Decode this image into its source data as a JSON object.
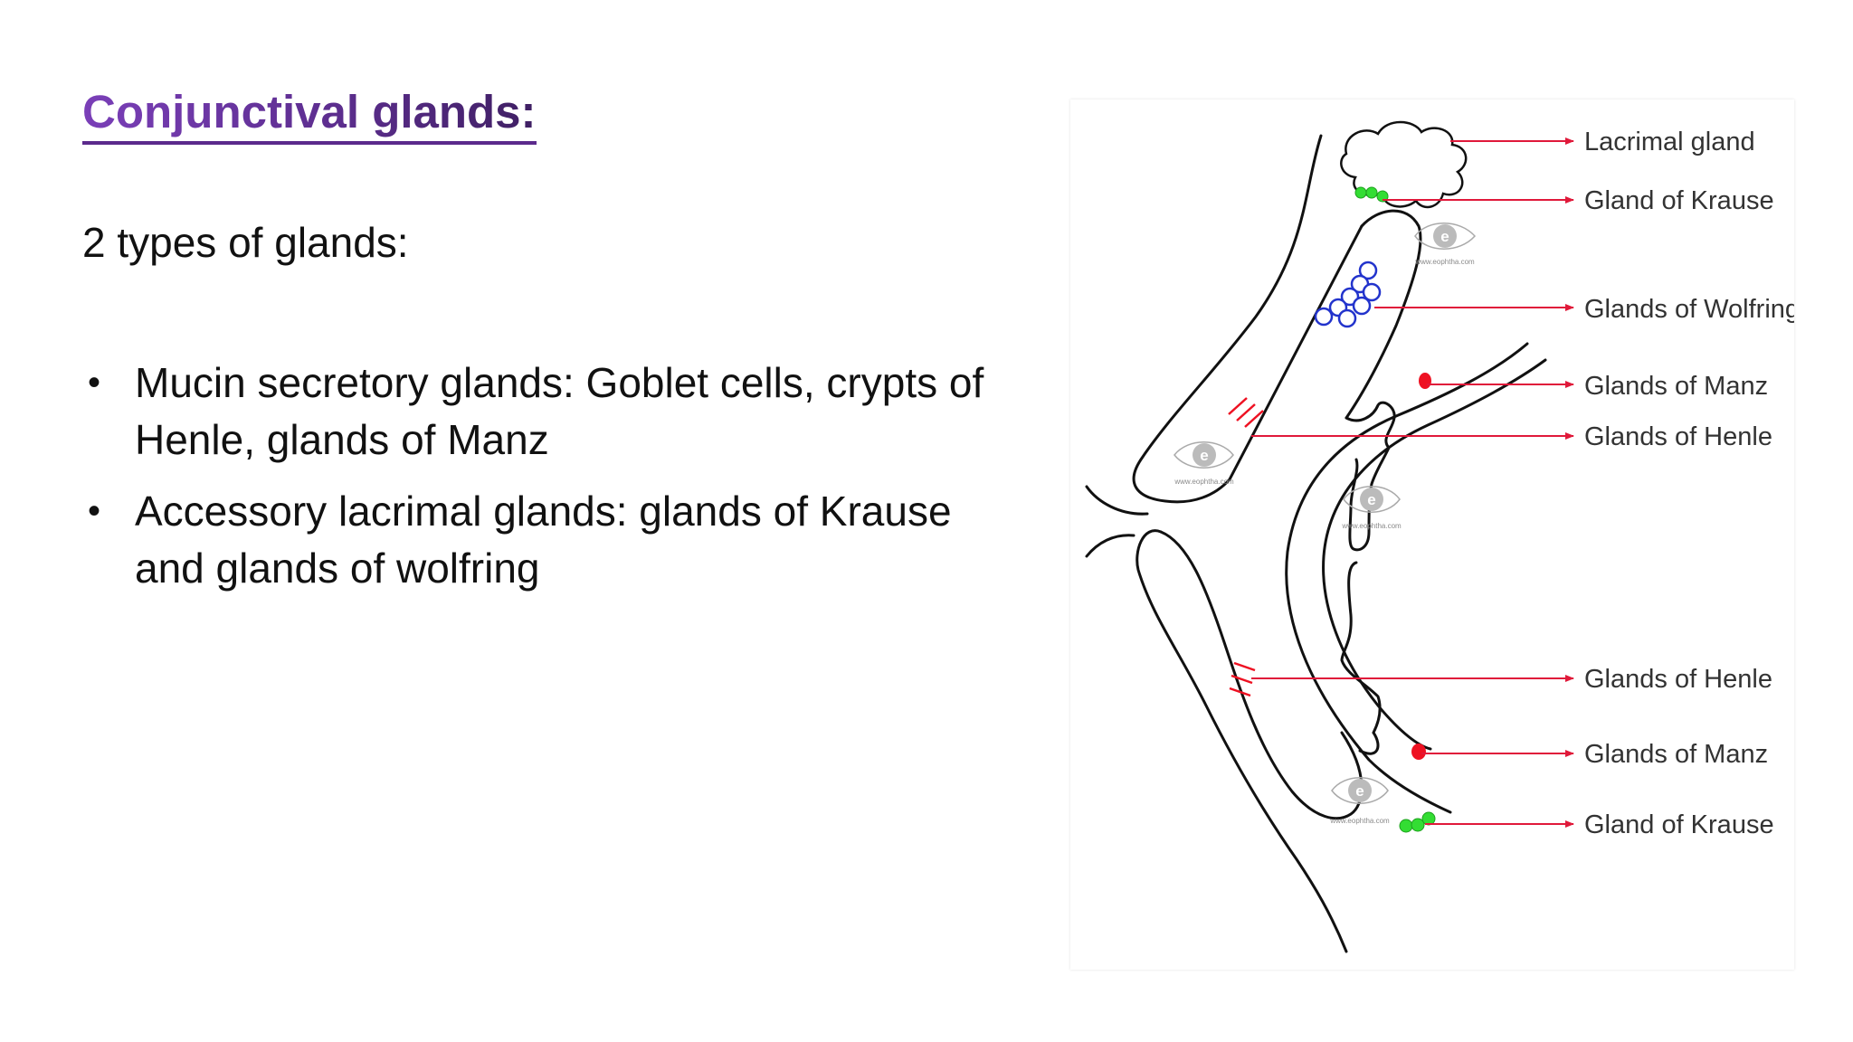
{
  "slide": {
    "title": "Conjunctival glands:",
    "subtitle": "2 types of glands:",
    "bullets": [
      "Mucin secretory glands: Goblet cells, crypts of Henle, glands of Manz",
      "Accessory lacrimal glands: glands of Krause and glands of wolfring"
    ]
  },
  "diagram": {
    "labels": {
      "lacrimal_gland": "Lacrimal gland",
      "gland_of_krause_upper": "Gland of Krause",
      "glands_of_wolfring": "Glands of Wolfring",
      "glands_of_manz_upper": "Glands of Manz",
      "glands_of_henle_upper": "Glands of Henle",
      "glands_of_henle_lower": "Glands of Henle",
      "glands_of_manz_lower": "Glands of Manz",
      "gland_of_krause_lower": "Gland of Krause"
    },
    "watermark_text": "www.eophtha.com",
    "colors": {
      "arrow": "#e0193a",
      "krause": "#33dd33",
      "wolfring": "#2233cc",
      "manz": "#ee1122",
      "title_purple": "#6a33a3"
    }
  }
}
